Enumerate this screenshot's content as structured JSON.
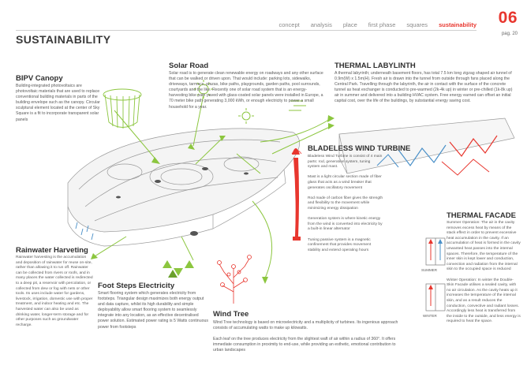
{
  "nav": {
    "items": [
      "concept",
      "analysis",
      "place",
      "first phase",
      "squares",
      "sustainability"
    ],
    "active": "sustainability"
  },
  "page": {
    "number": "06",
    "label": "pag. 20"
  },
  "title": "SUSTAINABILITY",
  "sections": {
    "bipv": {
      "title": "BIPV Canopy",
      "text": "Building-integrated photovoltaics are photovoltaic materials that are used to replace conventional building materials in parts of the building envelope such as the canopy. Circular sculptural element located at the center of Sky Square is a fit to incorporate transparent solar panels"
    },
    "solar_road": {
      "title": "Solar Road",
      "text": "Solar road is to generate clean renewable energy on roadways and any other surface that can be walked or driven upon. That would include: parking lots, sidewalks, driveways, tarmacs, plazas, bike paths, playgrounds, garden paths, pool surrounds, courtyards and the like. Recently one of solar road system that is an energy-harvesting bike path paved with glass-coated solar panels were installed in Europe, a 70 meter bike path generating 3,000 kWh, or enough electricity to power a small household for a year."
    },
    "thermal_labyrinth": {
      "title": "THERMAL LABYLINTH",
      "text": "A thermal labyrinth; underneath basement floors, has total 7.5 km long zigzag shaped air tunnel of 0.9m(W) x 1.5m(H). Fresh air is drawn into the tunnel from outside through fans placed along the Central Park. Travelling through the labyrinth, the air in contact with the surface of the concrete tunnel as heat exchanger is conducted to pre-warmed (2k-4k up) in winter or pre-chilled (1k-8k up) air in summer and delivered into a building HVAC system. Free energy earned can offset an initial capital cost, over the life of the buildings, by substantial energy saving cost."
    },
    "wind_turbine": {
      "title": "BLADELESS WIND TURBINE",
      "text": "Bladeless Wind Turbine is consist of 4 main parts: rod, generation system, tuning system and mast.\n\nMast is a light circular section made of fiber glass that acts as a wind breaker that generates oscillatory movement\n\nRod made of carbon fiber gives the strength and flexibility to the movement while minimizing energy dissipation\n\nGeneration system is where kinetic energy from the wind is converted into electricity by a built-in linear alternator\n\nTuning passive system is a magnetic confinement that provides movement stability and extend operating hours"
    },
    "thermal_facade": {
      "title": "THERMAL FACADE",
      "text": "Summer Operation: The air in the cavity removes excess heat by means of the stack effect in order to prevent excessive heat accumulation in the cavity. If an accumulation of heat is formed in the cavity unwanted heat passes into the internal spaces. Therefore, the temperature of the inner skin is kept lower and conduction, convection and radiation from the internal skin to the occupied space is reduced\n\nWinter Operation: In winter the Double-Skin Facade utilises a sealed cavity, with no air circulation. As the cavity heats up it increases the temperature of the internal skin, and as a result reduces the conduction, convective and radiant losses. Accordingly less heat is transferred from the inside to the outside, and less energy is required to heat the space.",
      "summer_label": "SUMMER",
      "winter_label": "WINTER"
    },
    "rainwater": {
      "title": "Rainwater Harveting",
      "text": "Rainwater harvesting is the accumulation and deposition of rainwater for reuse on-site, rather than allowing it to run off. Rainwater can be collected from rivers or roofs, and in many places the water collected is redirected to a deep pit, a reservoir with percolation, or collected from dew or fog with nets or other tools. Its uses include water for gardens, livestock, irrigation, domestic use with proper treatment, and indoor heating and etc. The harvested water can also be used as drinking water, longer-term storage and for other purposes such as groundwater recharge."
    },
    "foot_steps": {
      "title": "Foot Steps Electricity",
      "text": "Smart flooring system which generates electricity from footsteps. Triangular design maximizes both energy output and data capture, whilst its high durability and simple deployability allow smart flooring system to seamlessly integrate into any location, as an effective decentralised power solution. Estimated power rating is 5 Watts continuous power from footsteps"
    },
    "wind_tree": {
      "title": "Wind Tree",
      "text": "Wind Tree technology is based on microelectricity and a multiplicity of turbines. Its ingenious approach consists of accumulating watts to make up kilowatts.\n\nEach leaf on the tree produces electricity from the slightest waft of air within a radius of 360°. It offers immediate consumption in proximity to end-use, while providing an esthetic, emotional contribution to urban landscapes"
    }
  },
  "colors": {
    "accent": "#e8362e",
    "green": "#8cc63f",
    "blue": "#4a90c8",
    "gray": "#8a8a8a"
  }
}
